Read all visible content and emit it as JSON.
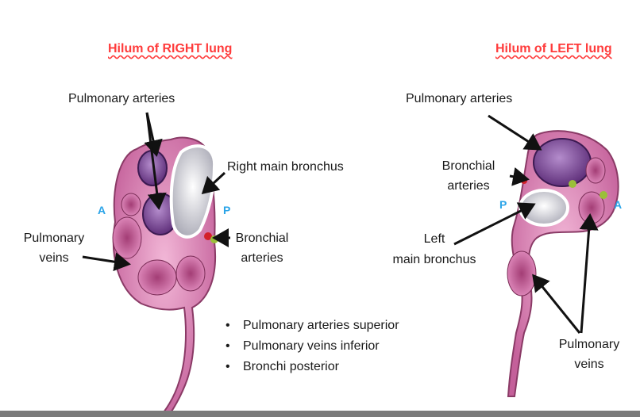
{
  "left_panel": {
    "title": "Hilum of RIGHT lung",
    "label_pulmonary_arteries": "Pulmonary arteries",
    "label_right_main_bronchus": "Right main bronchus",
    "label_pulmonary_veins_line1": "Pulmonary",
    "label_pulmonary_veins_line2": "veins",
    "label_bronchial_arteries_line1": "Bronchial",
    "label_bronchial_arteries_line2": "arteries",
    "marker_anterior": "A",
    "marker_posterior": "P"
  },
  "right_panel": {
    "title": "Hilum of LEFT lung",
    "label_pulmonary_arteries": "Pulmonary arteries",
    "label_bronchial_arteries_line1": "Bronchial",
    "label_bronchial_arteries_line2": "arteries",
    "label_left_main_bronchus_line1": "Left",
    "label_left_main_bronchus_line2": "main bronchus",
    "label_pulmonary_veins_line1": "Pulmonary",
    "label_pulmonary_veins_line2": "veins",
    "marker_anterior": "A",
    "marker_posterior": "P"
  },
  "summary_points": [
    "Pulmonary arteries superior",
    "Pulmonary veins inferior",
    "Bronchi posterior"
  ],
  "colors": {
    "title": "#ff3b3b",
    "direction_marker": "#2ba4e8",
    "lung_tissue": "#d97bb2",
    "artery": "#7e4a96",
    "bronchus": "#e8e8ec"
  }
}
